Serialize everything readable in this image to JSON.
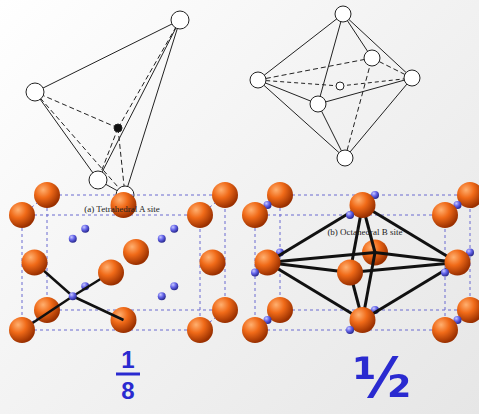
{
  "diagram": {
    "labels": [
      "(a) Tetrahedral A site",
      "(b) Octahedral B site",
      "1",
      "8",
      "½"
    ]
  }
}
